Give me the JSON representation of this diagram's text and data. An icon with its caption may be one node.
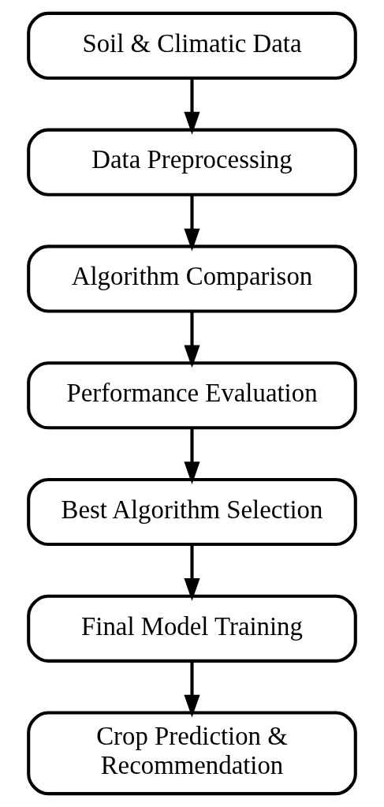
{
  "diagram": {
    "nodes": [
      {
        "text": [
          "Soil & Climatic Data"
        ]
      },
      {
        "text": [
          "Data Preprocessing"
        ]
      },
      {
        "text": [
          "Algorithm Comparison"
        ]
      },
      {
        "text": [
          "Performance Evaluation"
        ]
      },
      {
        "text": [
          "Best Algorithm Selection"
        ]
      },
      {
        "text": [
          "Final Model Training"
        ]
      },
      {
        "text": [
          "Crop Prediction & Recommendation"
        ]
      }
    ],
    "edges": [
      {
        "from": 0,
        "to": 1,
        "arrow": "to"
      },
      {
        "from": 1,
        "to": 2,
        "arrow": "to"
      },
      {
        "from": 2,
        "to": 3,
        "arrow": "to"
      },
      {
        "from": 3,
        "to": 4,
        "arrow": "to"
      },
      {
        "from": 4,
        "to": 5,
        "arrow": "to"
      },
      {
        "from": 5,
        "to": 6,
        "arrow": "to"
      }
    ]
  }
}
